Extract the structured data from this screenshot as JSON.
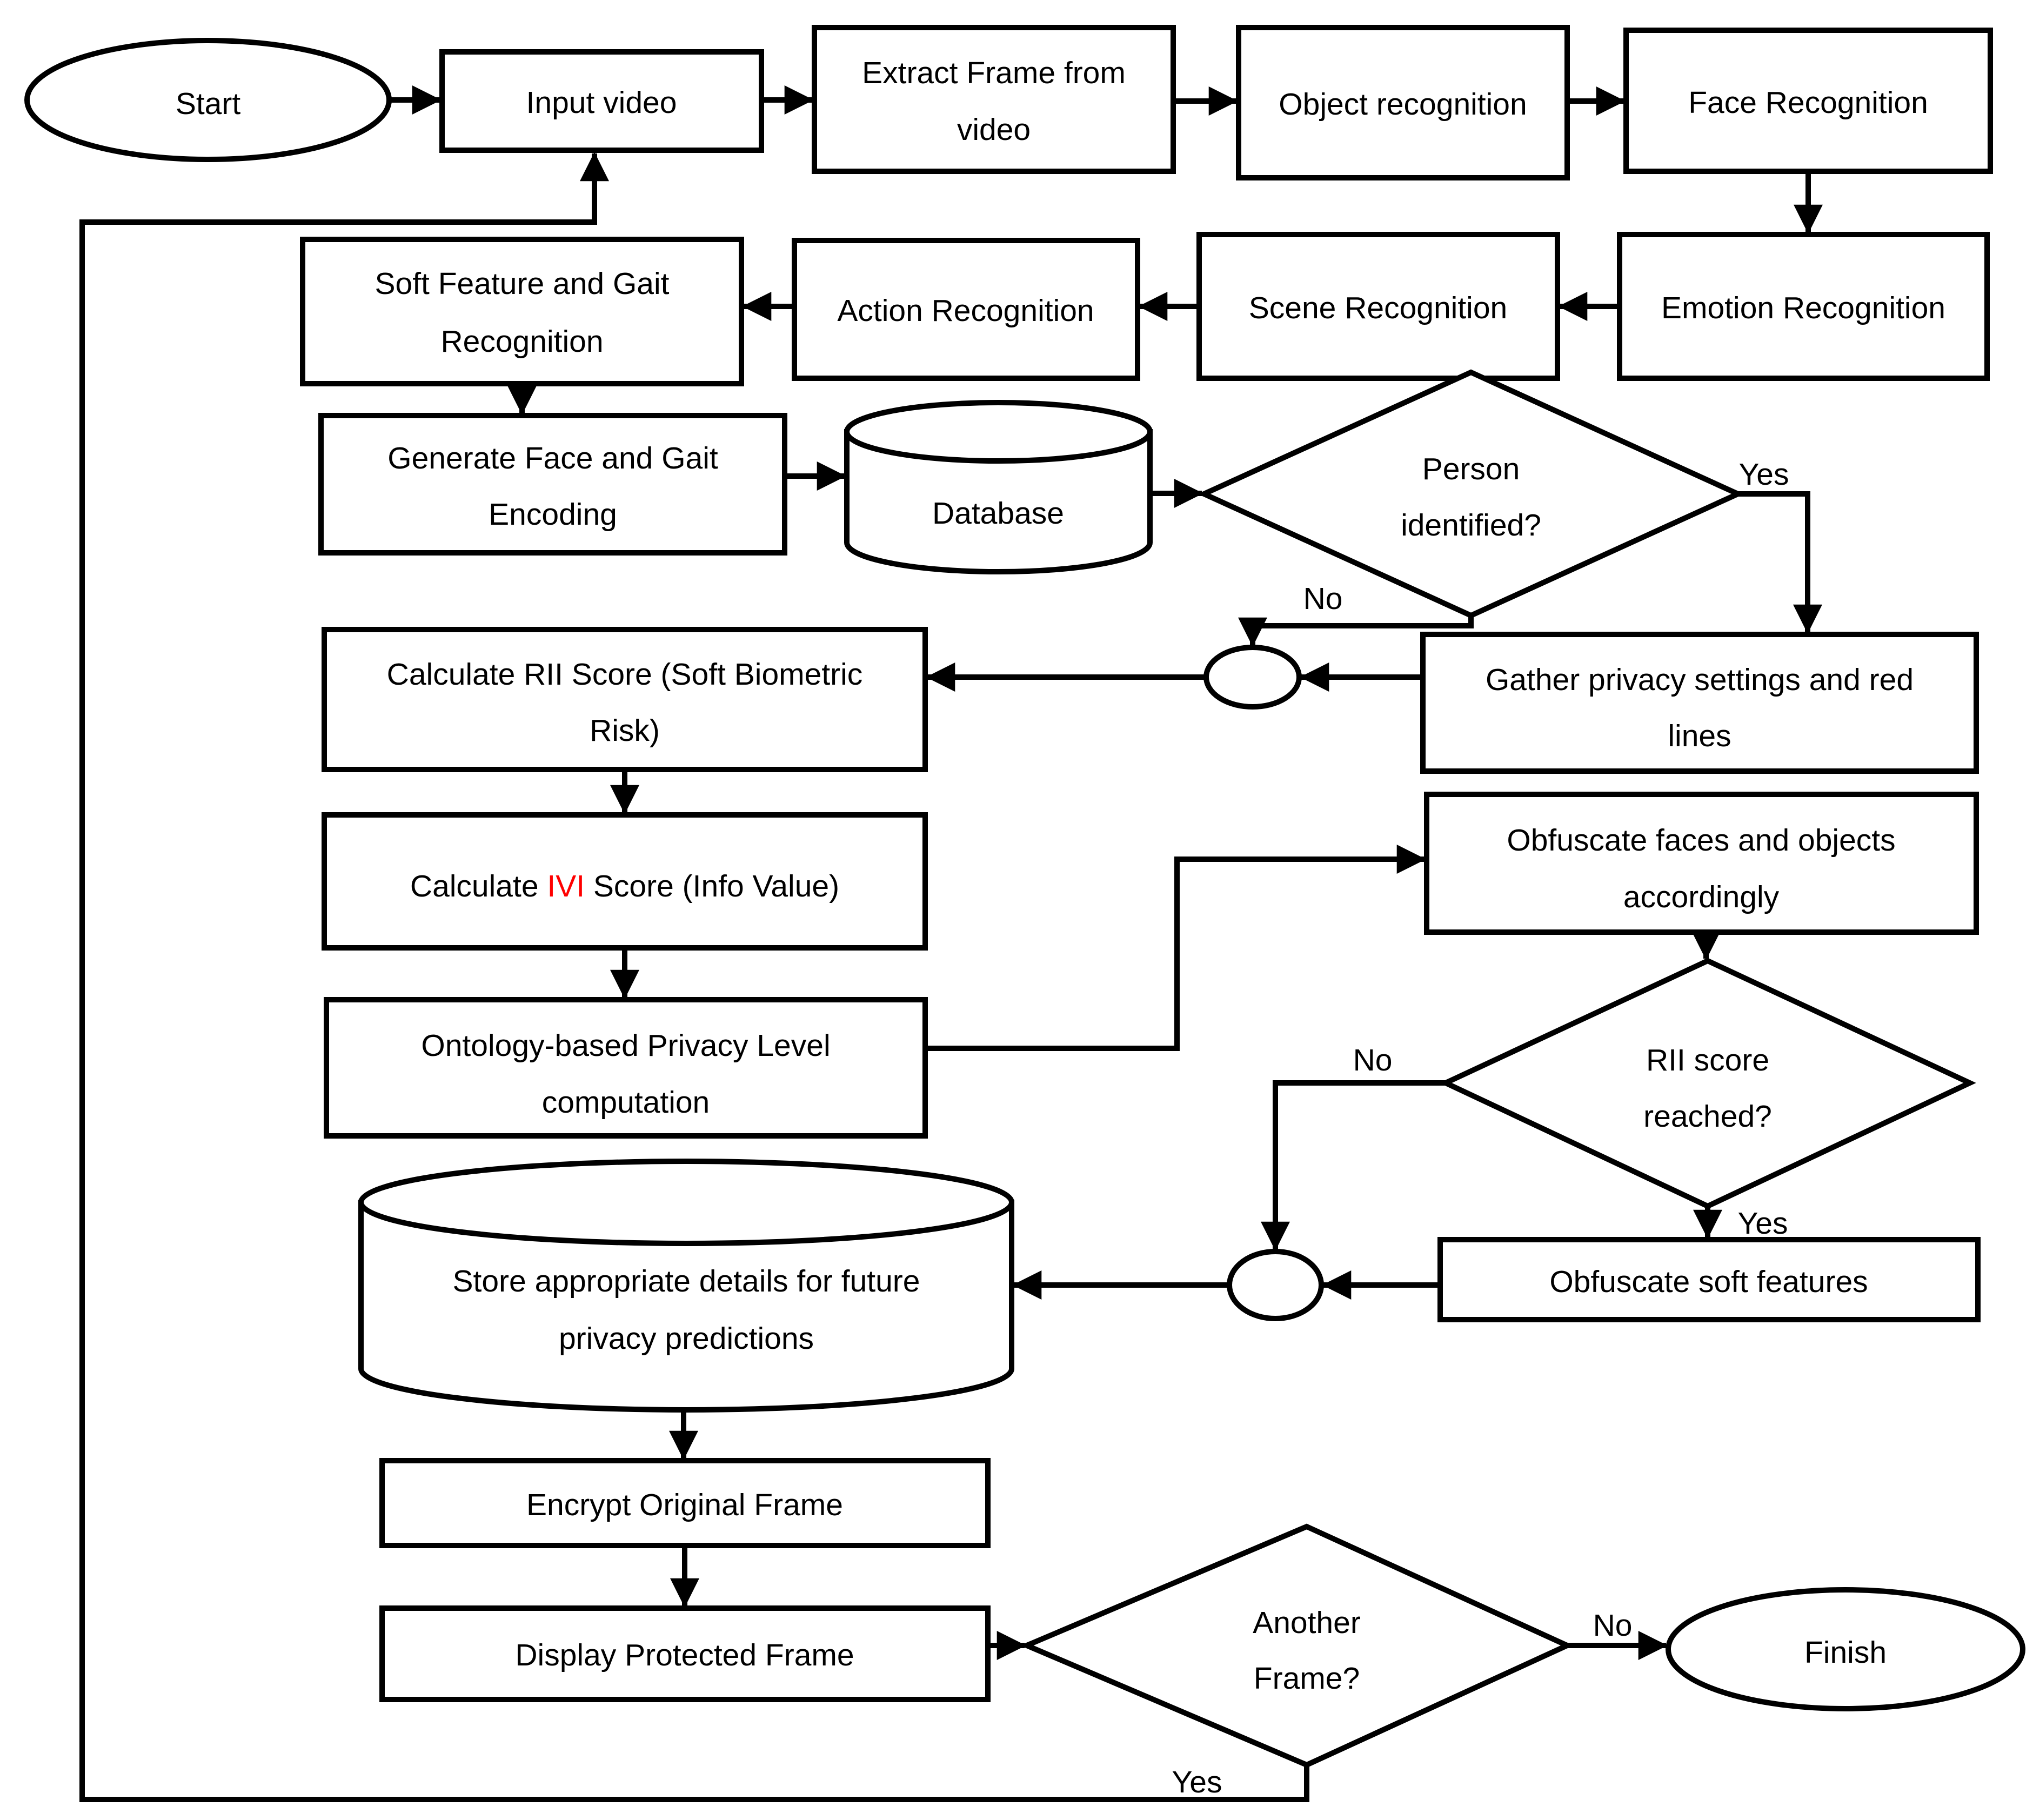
{
  "colors": {
    "line": "#000000",
    "background": "#ffffff",
    "highlight_red": "#ff0000"
  },
  "nodes": {
    "start": {
      "shape": "ellipse",
      "label": "Start"
    },
    "input_video": {
      "shape": "rect",
      "label": "Input video"
    },
    "extract_frame": {
      "shape": "rect",
      "lines": [
        "Extract Frame from",
        "video"
      ]
    },
    "object_recognition": {
      "shape": "rect",
      "label": "Object recognition"
    },
    "face_recognition": {
      "shape": "rect",
      "label": "Face Recognition"
    },
    "emotion_recognition": {
      "shape": "rect",
      "label": "Emotion Recognition"
    },
    "scene_recognition": {
      "shape": "rect",
      "label": "Scene Recognition"
    },
    "action_recognition": {
      "shape": "rect",
      "label": "Action Recognition"
    },
    "soft_feature": {
      "shape": "rect",
      "lines": [
        "Soft Feature and Gait",
        "Recognition"
      ]
    },
    "generate_encoding": {
      "shape": "rect",
      "lines": [
        "Generate Face and Gait",
        "Encoding"
      ]
    },
    "database": {
      "shape": "cylinder",
      "label": "Database"
    },
    "person_identified": {
      "shape": "diamond",
      "lines": [
        "Person",
        "identified?"
      ]
    },
    "gather_privacy": {
      "shape": "rect",
      "lines": [
        "Gather privacy settings and red",
        "lines"
      ]
    },
    "merge_connector_1": {
      "shape": "connector",
      "label": ""
    },
    "calc_rii": {
      "shape": "rect",
      "lines": [
        "Calculate RII Score (Soft Biometric",
        "Risk)"
      ]
    },
    "calc_ivi": {
      "shape": "rect",
      "parts": [
        "Calculate ",
        "IVI",
        " Score (Info Value)"
      ]
    },
    "ontology": {
      "shape": "rect",
      "lines": [
        "Ontology-based Privacy Level",
        "computation"
      ]
    },
    "obfuscate_faces": {
      "shape": "rect",
      "lines": [
        "Obfuscate faces and objects",
        "accordingly"
      ]
    },
    "rii_reached": {
      "shape": "diamond",
      "lines": [
        "RII score",
        "reached?"
      ]
    },
    "obfuscate_soft": {
      "shape": "rect",
      "label": "Obfuscate soft features"
    },
    "merge_connector_2": {
      "shape": "connector",
      "label": ""
    },
    "store_details": {
      "shape": "cylinder",
      "lines": [
        "Store appropriate details for future",
        "privacy predictions"
      ]
    },
    "encrypt_frame": {
      "shape": "rect",
      "label": "Encrypt Original Frame"
    },
    "display_frame": {
      "shape": "rect",
      "label": "Display Protected Frame"
    },
    "another_frame": {
      "shape": "diamond",
      "lines": [
        "Another",
        "Frame?"
      ]
    },
    "finish": {
      "shape": "ellipse",
      "label": "Finish"
    }
  },
  "edge_labels": {
    "person_identified_yes": "Yes",
    "person_identified_no": "No",
    "rii_reached_no": "No",
    "rii_reached_yes": "Yes",
    "another_frame_no": "No",
    "another_frame_yes": "Yes"
  }
}
